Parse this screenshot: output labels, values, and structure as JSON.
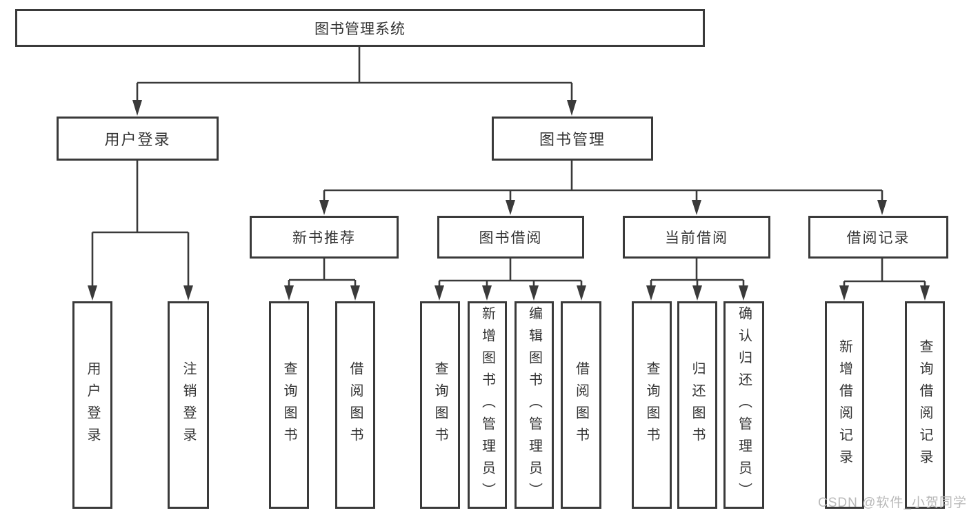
{
  "tree": {
    "root": {
      "label": "图书管理系统"
    },
    "branches": [
      {
        "label": "用户登录",
        "children": [
          {
            "label": "用户登录"
          },
          {
            "label": "注销登录"
          }
        ]
      },
      {
        "label": "图书管理",
        "sections": [
          {
            "label": "新书推荐",
            "children": [
              {
                "label": "查询图书"
              },
              {
                "label": "借阅图书"
              }
            ]
          },
          {
            "label": "图书借阅",
            "children": [
              {
                "label": "查询图书"
              },
              {
                "label": "新增图书（管理员）"
              },
              {
                "label": "编辑图书（管理员）"
              },
              {
                "label": "借阅图书"
              }
            ]
          },
          {
            "label": "当前借阅",
            "children": [
              {
                "label": "查询图书"
              },
              {
                "label": "归还图书"
              },
              {
                "label": "确认归还（管理员）"
              }
            ]
          },
          {
            "label": "借阅记录",
            "children": [
              {
                "label": "新增借阅记录"
              },
              {
                "label": "查询借阅记录"
              }
            ]
          }
        ]
      }
    ]
  },
  "watermark": "CSDN @软件_小贺同学",
  "colors": {
    "line": "#3a3a3a",
    "text": "#333333",
    "watermark": "#b9b9b9",
    "background": "#ffffff"
  }
}
